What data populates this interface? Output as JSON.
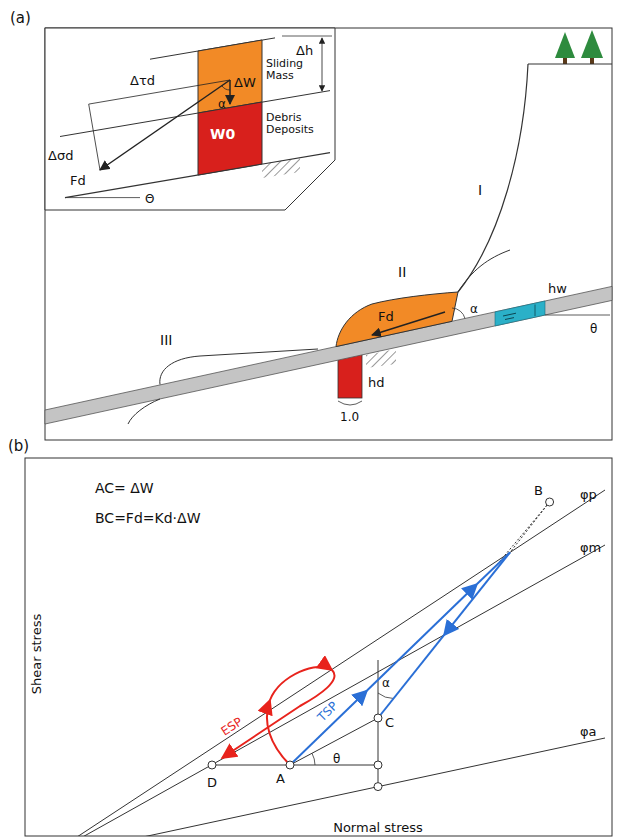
{
  "diagram": {
    "nodes": [
      {
        "text": [
          "ΔW",
          "Sliding Mass"
        ]
      },
      {
        "text": [
          "W0",
          "Debris Deposits"
        ]
      }
    ],
    "labels": [
      "(a)",
      "Δh",
      "Δτd",
      "α",
      "Δσd",
      "Fd",
      "Θ",
      "I",
      "II",
      "III",
      "Fd",
      "α",
      "hd",
      "1.0",
      "hw",
      "θ",
      "(b)",
      "AC= ΔW",
      "BC=Fd=Kd·ΔW",
      "B",
      "φp",
      "φm",
      "α",
      "ESP",
      "TSP",
      "D",
      "A",
      "θ",
      "C",
      "φa",
      "Shear stress",
      "Normal stress"
    ]
  }
}
